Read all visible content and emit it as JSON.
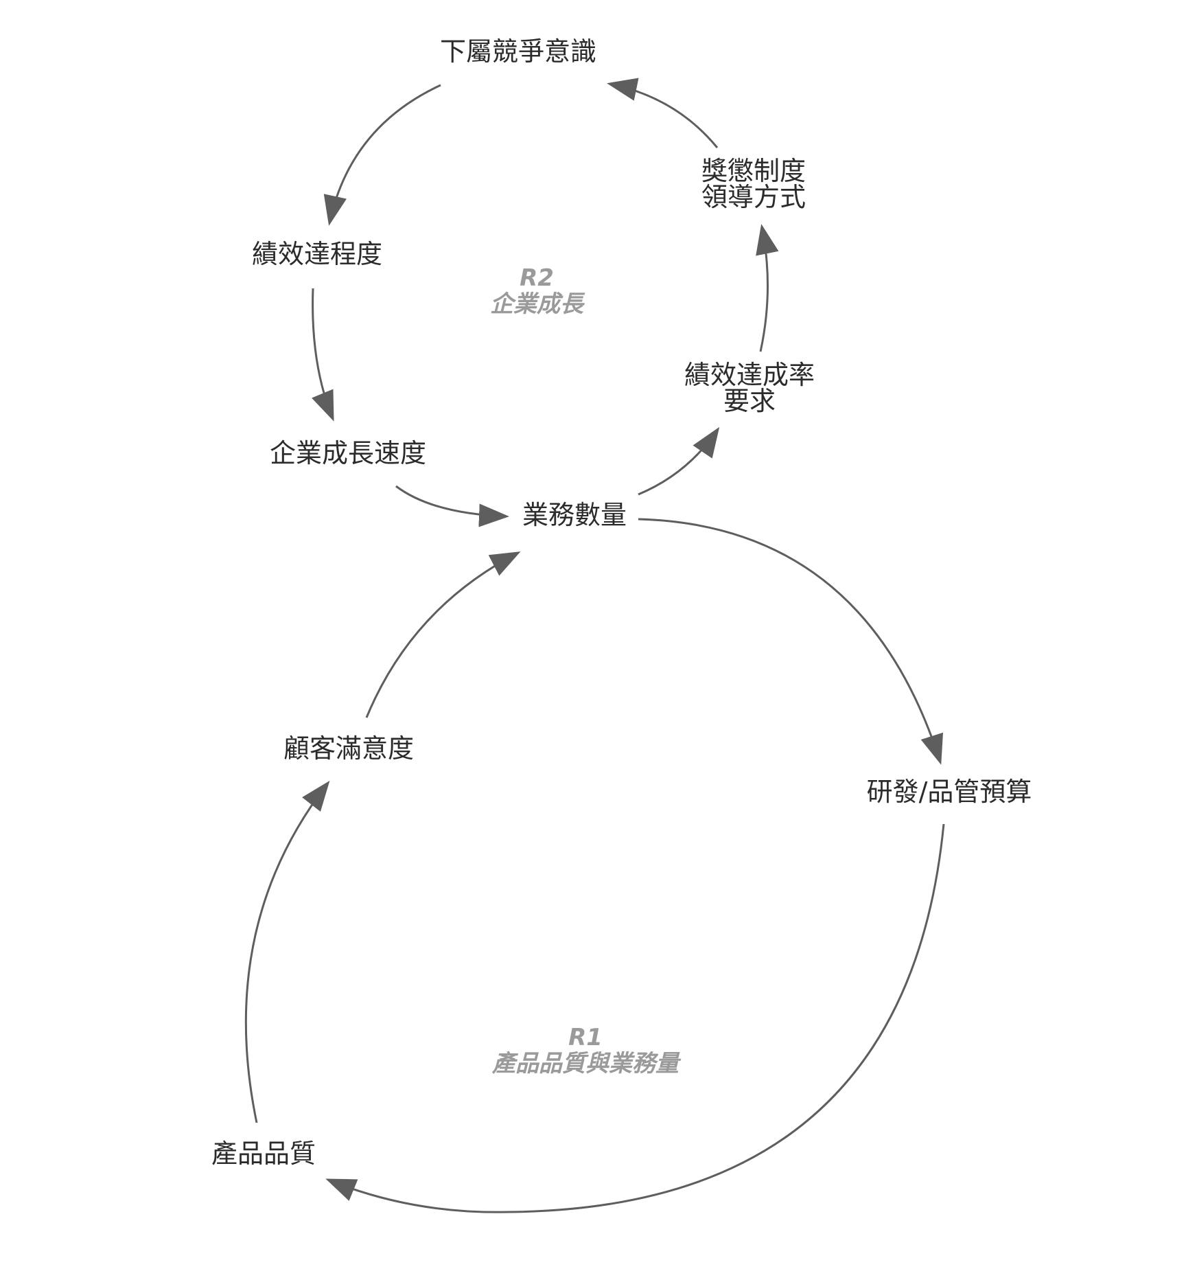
{
  "nodes": {
    "subordinate_competition": "下屬競爭意識",
    "reward_leadership": [
      "獎懲制度",
      "領導方式"
    ],
    "performance_degree": "績效達程度",
    "performance_rate_req": [
      "績效達成率",
      "要求"
    ],
    "growth_speed": "企業成長速度",
    "business_volume": "業務數量",
    "customer_satisfaction": "顧客滿意度",
    "rd_qc_budget": "研發/品管預算",
    "product_quality": "產品品質"
  },
  "loops": {
    "r2": {
      "id": "R2",
      "name": "企業成長"
    },
    "r1": {
      "id": "R1",
      "name": "產品品質與業務量"
    }
  },
  "colors": {
    "link": "#5e5e5e",
    "node_text": "#2b2b2b",
    "loop_text": "#9a9a9a"
  }
}
